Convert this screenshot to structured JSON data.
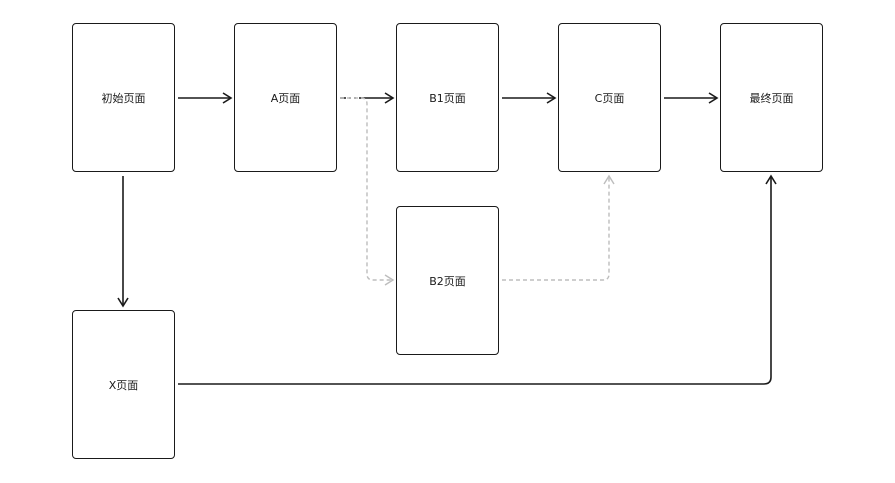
{
  "nodes": {
    "start": "初始页面",
    "a": "A页面",
    "b1": "B1页面",
    "c": "C页面",
    "end": "最终页面",
    "b2": "B2页面",
    "x": "X页面"
  },
  "colors": {
    "solid": "#1a1a1a",
    "dashed": "#bdbdbd"
  }
}
